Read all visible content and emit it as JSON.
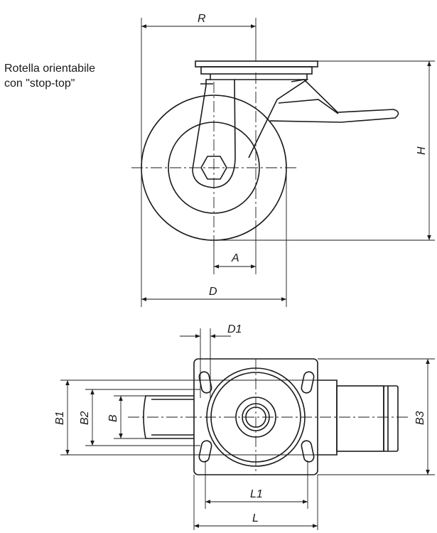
{
  "caption": {
    "line1": "Rotella orientabile",
    "line2": "con \"stop-top\""
  },
  "dims": {
    "R": "R",
    "H": "H",
    "A": "A",
    "D": "D",
    "D1": "D1",
    "B1": "B1",
    "B2": "B2",
    "B": "B",
    "B3": "B3",
    "L1": "L1",
    "L": "L"
  }
}
